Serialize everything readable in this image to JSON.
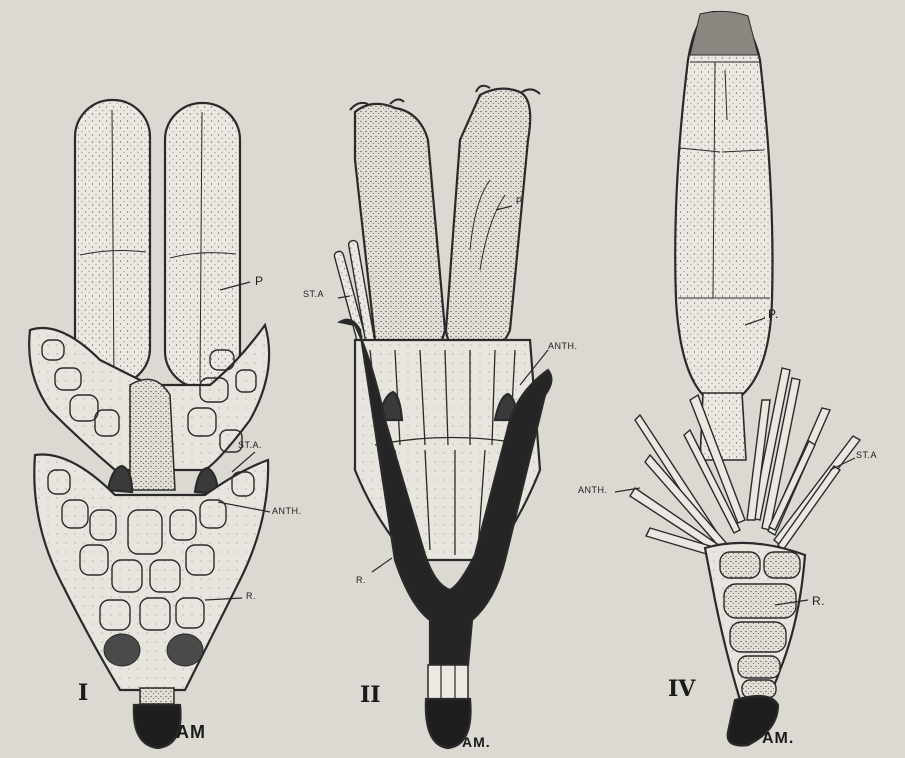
{
  "figures": [
    {
      "numeral": "I",
      "am": "AM",
      "labels": {
        "p": "P",
        "sta": "ST.A.",
        "anth": "ANTH.",
        "r": "R."
      }
    },
    {
      "numeral": "II",
      "am": "AM.",
      "labels": {
        "sta": "ST.A",
        "p": "P.",
        "anth": "ANTH.",
        "r": "R."
      }
    },
    {
      "numeral": "IV",
      "am": "AM.",
      "labels": {
        "p": "P.",
        "sta": "ST.A",
        "anth": "ANTH.",
        "r": "R."
      }
    }
  ]
}
